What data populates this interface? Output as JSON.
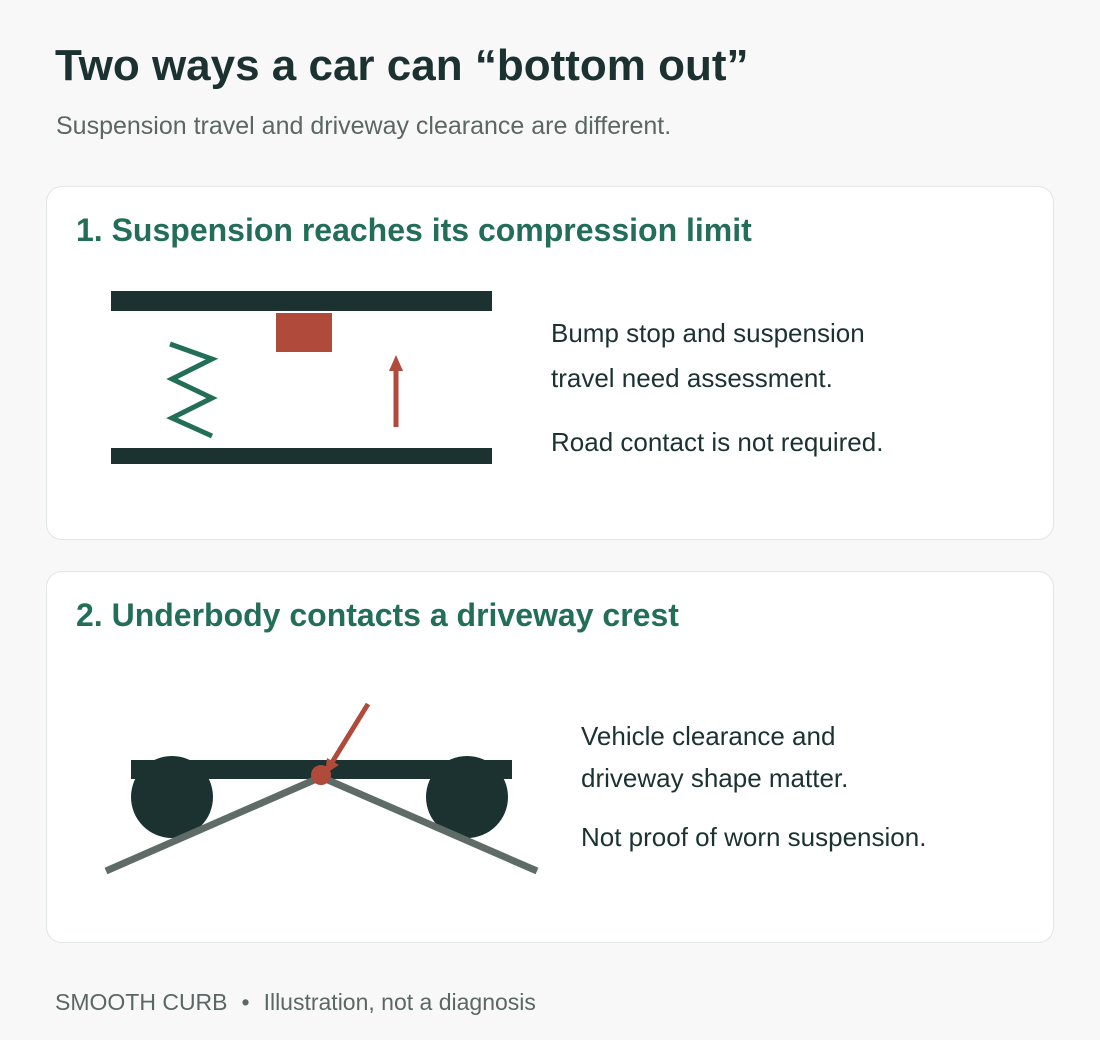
{
  "header": {
    "title": "Two ways a car can “bottom out”",
    "subtitle": "Suspension travel and driveway clearance are different."
  },
  "cards": [
    {
      "title": "1. Suspension reaches its compression limit",
      "notes": [
        {
          "lines": [
            "Bump stop and suspension",
            "travel need assessment."
          ]
        },
        {
          "lines": [
            "Road contact is not required."
          ]
        }
      ]
    },
    {
      "title": "2. Underbody contacts a driveway crest",
      "notes": [
        {
          "lines": [
            "Vehicle clearance and",
            "driveway shape matter."
          ]
        },
        {
          "lines": [
            "Not proof of worn suspension."
          ]
        }
      ]
    }
  ],
  "footer": {
    "brand": "SMOOTH CURB",
    "separator": "•",
    "disclaimer": "Illustration, not a diagnosis"
  },
  "colors": {
    "dark": "#1b3230",
    "accent_green": "#236e57",
    "accent_red": "#b04a3a",
    "road_gray": "#5f6b66",
    "muted_text": "#5b6764",
    "card_bg": "#ffffff",
    "page_bg": "#f7f8f7"
  }
}
